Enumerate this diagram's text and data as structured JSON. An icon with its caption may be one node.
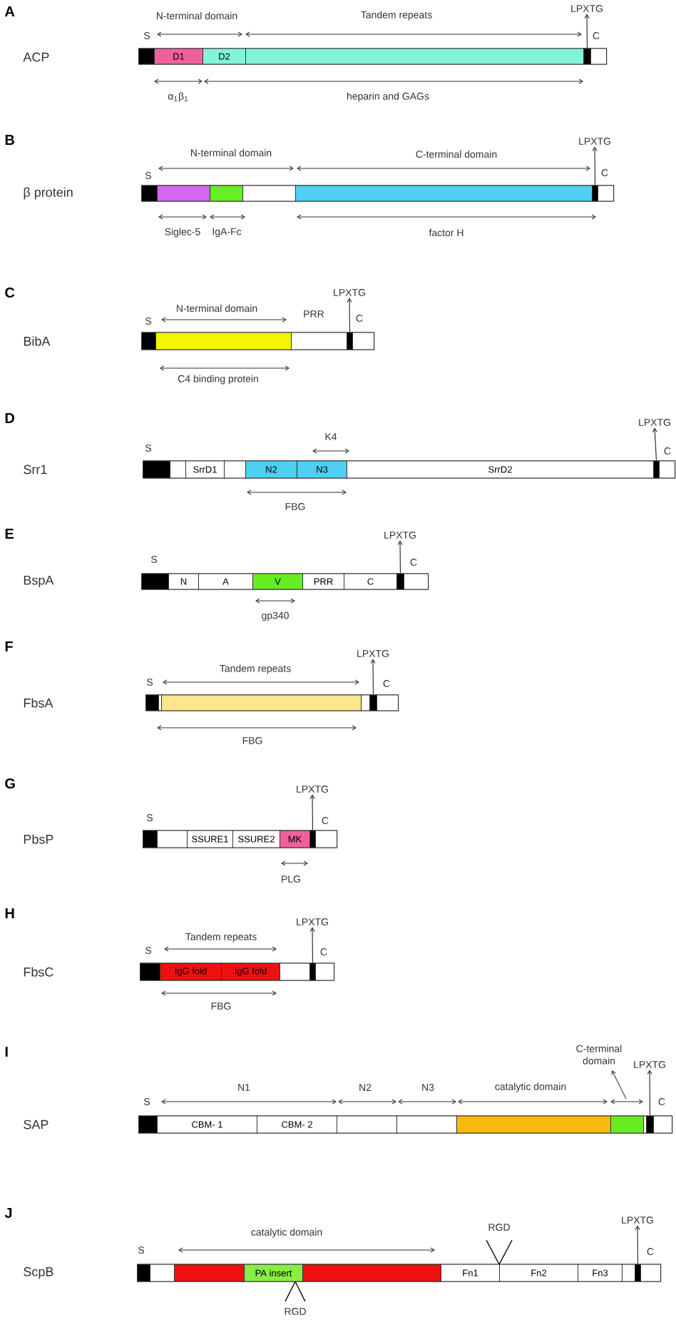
{
  "diagram": {
    "nodes": [
      {
        "text": [],
        "shape": "bar"
      },
      {
        "text": [],
        "shape": "box",
        "in": 0
      },
      {
        "text": [
          "D1"
        ],
        "in": 0
      },
      {
        "text": [
          "D2"
        ],
        "in": 0
      },
      {
        "text": [],
        "shape": "box",
        "in": 0
      },
      {
        "text": [],
        "shape": "box",
        "in": 0
      },
      {
        "text": [],
        "shape": "box",
        "in": 0
      },
      {
        "text": [
          "LPXTG"
        ]
      },
      {
        "text": [],
        "shape": "bar"
      },
      {
        "text": [],
        "shape": "box",
        "in": 8
      },
      {
        "text": [],
        "shape": "box",
        "in": 8
      },
      {
        "text": [],
        "shape": "box",
        "in": 8
      },
      {
        "text": [],
        "shape": "box",
        "in": 8
      },
      {
        "text": [],
        "shape": "box",
        "in": 8
      },
      {
        "text": [],
        "shape": "box",
        "in": 8
      },
      {
        "text": [],
        "shape": "box",
        "in": 8
      },
      {
        "text": [
          "LPXTG"
        ]
      },
      {
        "text": [],
        "shape": "bar"
      },
      {
        "text": [],
        "shape": "box",
        "in": 17
      },
      {
        "text": [],
        "shape": "box",
        "in": 17
      },
      {
        "text": [],
        "shape": "box",
        "in": 17
      },
      {
        "text": [],
        "shape": "box",
        "in": 17
      },
      {
        "text": [],
        "shape": "box",
        "in": 17
      },
      {
        "text": [
          "LPXTG"
        ]
      },
      {
        "text": [],
        "shape": "bar"
      },
      {
        "text": [],
        "shape": "box",
        "in": 24
      },
      {
        "text": [],
        "shape": "box",
        "in": 24
      },
      {
        "text": [
          "SrrD1"
        ],
        "in": 24
      },
      {
        "text": [],
        "shape": "box",
        "in": 24
      },
      {
        "text": [
          "N2"
        ],
        "in": 24
      },
      {
        "text": [
          "N3"
        ],
        "in": 24
      },
      {
        "text": [
          "SrrD2"
        ],
        "in": 24
      },
      {
        "text": [],
        "shape": "box",
        "in": 24
      },
      {
        "text": [],
        "shape": "box",
        "in": 24
      },
      {
        "text": [
          "LPXTG"
        ]
      },
      {
        "text": [],
        "shape": "bar"
      },
      {
        "text": [],
        "shape": "box",
        "in": 35
      },
      {
        "text": [
          "N"
        ],
        "in": 35
      },
      {
        "text": [
          "A"
        ],
        "in": 35
      },
      {
        "text": [
          "V"
        ],
        "in": 35
      },
      {
        "text": [
          "PRR"
        ],
        "in": 35
      },
      {
        "text": [
          "C"
        ],
        "in": 35
      },
      {
        "text": [],
        "shape": "box",
        "in": 35
      },
      {
        "text": [],
        "shape": "box",
        "in": 35
      },
      {
        "text": [
          "LPXTG"
        ]
      },
      {
        "text": [],
        "shape": "bar"
      },
      {
        "text": [],
        "shape": "box",
        "in": 45
      },
      {
        "text": [],
        "shape": "box",
        "in": 45
      },
      {
        "text": [],
        "shape": "box",
        "in": 45
      },
      {
        "text": [],
        "shape": "box",
        "in": 45
      },
      {
        "text": [],
        "shape": "box",
        "in": 45
      },
      {
        "text": [],
        "shape": "box",
        "in": 45
      },
      {
        "text": [
          "LPXTG"
        ]
      },
      {
        "text": [],
        "shape": "bar"
      },
      {
        "text": [],
        "shape": "box",
        "in": 53
      },
      {
        "text": [],
        "shape": "box",
        "in": 53
      },
      {
        "text": [
          "SSURE1"
        ],
        "in": 53
      },
      {
        "text": [
          "SSURE2"
        ],
        "in": 53
      },
      {
        "text": [
          "MK"
        ],
        "in": 53
      },
      {
        "text": [],
        "shape": "box",
        "in": 53
      },
      {
        "text": [],
        "shape": "box",
        "in": 53
      },
      {
        "text": [
          "LPXTG"
        ]
      },
      {
        "text": [],
        "shape": "bar"
      },
      {
        "text": [],
        "shape": "box",
        "in": 62
      },
      {
        "text": [
          "IgG fold"
        ],
        "in": 62
      },
      {
        "text": [
          "IgG fold"
        ],
        "in": 62
      },
      {
        "text": [],
        "shape": "box",
        "in": 62
      },
      {
        "text": [],
        "shape": "box",
        "in": 62
      },
      {
        "text": [],
        "shape": "box",
        "in": 62
      },
      {
        "text": [
          "LPXTG"
        ]
      },
      {
        "text": [],
        "shape": "bar"
      },
      {
        "text": [],
        "shape": "box",
        "in": 70
      },
      {
        "text": [
          "CBM- 1"
        ],
        "in": 70
      },
      {
        "text": [
          "CBM- 2"
        ],
        "in": 70
      },
      {
        "text": [],
        "shape": "box",
        "in": 70
      },
      {
        "text": [],
        "shape": "box",
        "in": 70
      },
      {
        "text": [],
        "shape": "box",
        "in": 70
      },
      {
        "text": [],
        "shape": "box",
        "in": 70
      },
      {
        "text": [],
        "shape": "box",
        "in": 70
      },
      {
        "text": [],
        "shape": "box",
        "in": 70
      },
      {
        "text": [],
        "shape": "box",
        "in": 70
      },
      {
        "text": [
          "LPXTG"
        ]
      },
      {
        "text": [],
        "shape": "bar"
      },
      {
        "text": [],
        "shape": "box",
        "in": 82
      },
      {
        "text": [],
        "shape": "box",
        "in": 82
      },
      {
        "text": [],
        "shape": "box",
        "in": 82
      },
      {
        "text": [
          "PA insert"
        ],
        "in": 82
      },
      {
        "text": [],
        "shape": "box",
        "in": 82
      },
      {
        "text": [
          "Fn1"
        ],
        "in": 82
      },
      {
        "text": [
          "Fn2"
        ],
        "in": 82
      },
      {
        "text": [
          "Fn3"
        ],
        "in": 82
      },
      {
        "text": [],
        "shape": "box",
        "in": 82
      },
      {
        "text": [],
        "shape": "box",
        "in": 82
      },
      {
        "text": [],
        "shape": "box",
        "in": 82
      },
      {
        "text": [
          "LPXTG"
        ]
      }
    ],
    "edges": [
      {
        "from": 5,
        "to": 7,
        "arrow": "to"
      },
      {
        "from": 14,
        "to": 16,
        "arrow": "to"
      },
      {
        "from": 21,
        "to": 23,
        "arrow": "to"
      },
      {
        "from": 32,
        "to": 34,
        "arrow": "to"
      },
      {
        "from": 42,
        "to": 44,
        "arrow": "to"
      },
      {
        "from": 50,
        "to": 52,
        "arrow": "to"
      },
      {
        "from": 59,
        "to": 61,
        "arrow": "to"
      },
      {
        "from": 67,
        "to": 69,
        "arrow": "to"
      },
      {
        "from": 79,
        "to": 81,
        "arrow": "to"
      },
      {
        "from": 92,
        "to": 94,
        "arrow": "to"
      }
    ],
    "labels": [
      "A",
      "ACP",
      "N-terminal domain",
      "Tandem repeats",
      "S",
      "C",
      "α$_{1}$β$_{1}$",
      "heparin and GAGs",
      "B",
      "β protein",
      "N-terminal domain",
      "C-terminal domain",
      "S",
      "C",
      "Siglec-5",
      "IgA-Fc",
      "factor H",
      "C",
      "BibA",
      "N-terminal domain",
      "PRR",
      "S",
      "C",
      "C4 binding protein",
      "D",
      "Srr1",
      "K4",
      "S",
      "C",
      "FBG",
      "E",
      "BspA",
      "S",
      "C",
      "gp340",
      "F",
      "FbsA",
      "Tandem repeats",
      "S",
      "C",
      "FBG",
      "G",
      "PbsP",
      "S",
      "C",
      "PLG",
      "H",
      "FbsC",
      "Tandem repeats",
      "S",
      "C",
      "FBG",
      "I",
      "SAP",
      "C-terminal domain",
      "N1",
      "N2",
      "N3",
      "catalytic domain",
      "S",
      "C",
      "J",
      "ScpB",
      "catalytic domain",
      "RGD",
      "S",
      "C",
      "RGD"
    ]
  }
}
